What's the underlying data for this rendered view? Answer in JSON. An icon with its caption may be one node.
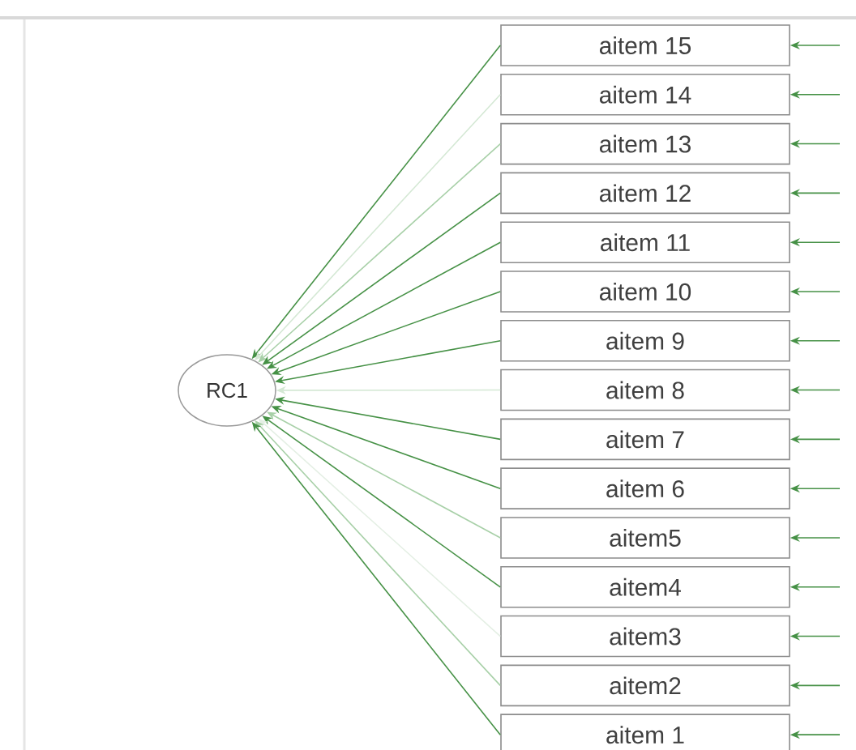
{
  "diagram": {
    "nodes": [
      {
        "text": [
          "RC1"
        ]
      },
      {
        "text": [
          "aitem 15"
        ]
      },
      {
        "text": [
          "aitem 14"
        ]
      },
      {
        "text": [
          "aitem 13"
        ]
      },
      {
        "text": [
          "aitem 12"
        ]
      },
      {
        "text": [
          "aitem 11"
        ]
      },
      {
        "text": [
          "aitem 10"
        ]
      },
      {
        "text": [
          "aitem 9"
        ]
      },
      {
        "text": [
          "aitem 8"
        ]
      },
      {
        "text": [
          "aitem 7"
        ]
      },
      {
        "text": [
          "aitem 6"
        ]
      },
      {
        "text": [
          "aitem5"
        ]
      },
      {
        "text": [
          "aitem4"
        ]
      },
      {
        "text": [
          "aitem3"
        ]
      },
      {
        "text": [
          "aitem2"
        ]
      },
      {
        "text": [
          "aitem 1"
        ]
      }
    ],
    "edges": [
      {
        "from": 1,
        "to": 0,
        "arrow": "to"
      },
      {
        "from": 2,
        "to": 0,
        "arrow": "to",
        "color": "#d4e8d4"
      },
      {
        "from": 3,
        "to": 0,
        "arrow": "to",
        "color": "#a8d0a8"
      },
      {
        "from": 4,
        "to": 0,
        "arrow": "to"
      },
      {
        "from": 5,
        "to": 0,
        "arrow": "to"
      },
      {
        "from": 6,
        "to": 0,
        "arrow": "to"
      },
      {
        "from": 7,
        "to": 0,
        "arrow": "to"
      },
      {
        "from": 8,
        "to": 0,
        "arrow": "to",
        "color": "#d4e8d4"
      },
      {
        "from": 9,
        "to": 0,
        "arrow": "to"
      },
      {
        "from": 10,
        "to": 0,
        "arrow": "to"
      },
      {
        "from": 11,
        "to": 0,
        "arrow": "to",
        "color": "#a8d0a8"
      },
      {
        "from": 12,
        "to": 0,
        "arrow": "to"
      },
      {
        "from": 13,
        "to": 0,
        "arrow": "to",
        "color": "#e4efe4"
      },
      {
        "from": 14,
        "to": 0,
        "arrow": "to",
        "color": "#a8d0a8"
      },
      {
        "from": 15,
        "to": 0,
        "arrow": "to"
      },
      {
        "from": null,
        "to": 1,
        "arrow": "to"
      },
      {
        "from": null,
        "to": 2,
        "arrow": "to"
      },
      {
        "from": null,
        "to": 3,
        "arrow": "to"
      },
      {
        "from": null,
        "to": 4,
        "arrow": "to"
      },
      {
        "from": null,
        "to": 5,
        "arrow": "to"
      },
      {
        "from": null,
        "to": 6,
        "arrow": "to"
      },
      {
        "from": null,
        "to": 7,
        "arrow": "to"
      },
      {
        "from": null,
        "to": 8,
        "arrow": "to"
      },
      {
        "from": null,
        "to": 9,
        "arrow": "to"
      },
      {
        "from": null,
        "to": 10,
        "arrow": "to"
      },
      {
        "from": null,
        "to": 11,
        "arrow": "to"
      },
      {
        "from": null,
        "to": 12,
        "arrow": "to"
      },
      {
        "from": null,
        "to": 13,
        "arrow": "to"
      },
      {
        "from": null,
        "to": 14,
        "arrow": "to"
      },
      {
        "from": null,
        "to": 15,
        "arrow": "to"
      }
    ]
  }
}
